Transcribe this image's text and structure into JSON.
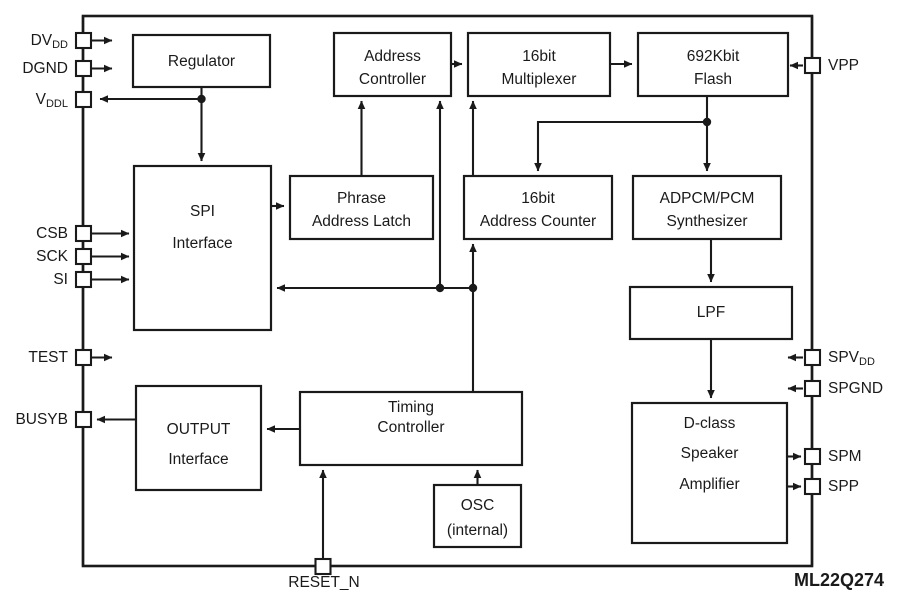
{
  "figure": {
    "kind": "block-diagram",
    "part_number": "ML22Q274",
    "bottom_pin_label": "RESET_N"
  },
  "blocks": {
    "regulator": {
      "line1": "Regulator",
      "line2": ""
    },
    "address_ctrl": {
      "line1": "Address",
      "line2": "Controller"
    },
    "multiplexer": {
      "line1": "16bit",
      "line2": "Multiplexer"
    },
    "flash": {
      "line1": "692Kbit",
      "line2": "Flash"
    },
    "spi": {
      "line1": "SPI",
      "line2": "Interface"
    },
    "phrase_latch": {
      "line1": "Phrase",
      "line2": "Address Latch"
    },
    "addr_counter": {
      "line1": "16bit",
      "line2": "Address Counter"
    },
    "synth": {
      "line1": "ADPCM/PCM",
      "line2": "Synthesizer"
    },
    "lpf": {
      "line1": "LPF",
      "line2": ""
    },
    "output_if": {
      "line1": "OUTPUT",
      "line2": "Interface"
    },
    "timing_ctrl": {
      "line1": "Timing",
      "line2": "Controller"
    },
    "osc": {
      "line1": "OSC",
      "line2": "(internal)"
    },
    "amplifier": {
      "line1": "D-class",
      "line2": "Speaker",
      "line3": "Amplifier"
    }
  },
  "pins_left": [
    {
      "base": "DV",
      "sub": "DD",
      "direction": "in"
    },
    {
      "base": "DGND",
      "sub": "",
      "direction": "in"
    },
    {
      "base": "V",
      "sub": "DDL",
      "direction": "out"
    },
    {
      "base": "CSB",
      "sub": "",
      "direction": "in"
    },
    {
      "base": "SCK",
      "sub": "",
      "direction": "in"
    },
    {
      "base": "SI",
      "sub": "",
      "direction": "in"
    },
    {
      "base": "TEST",
      "sub": "",
      "direction": "in"
    },
    {
      "base": "BUSYB",
      "sub": "",
      "direction": "out"
    }
  ],
  "pins_right": [
    {
      "base": "VPP",
      "sub": "",
      "direction": "in"
    },
    {
      "base": "SPV",
      "sub": "DD",
      "direction": "in"
    },
    {
      "base": "SPGND",
      "sub": "",
      "direction": "in"
    },
    {
      "base": "SPM",
      "sub": "",
      "direction": "out"
    },
    {
      "base": "SPP",
      "sub": "",
      "direction": "out"
    }
  ],
  "colors": {
    "ink": "#1a1a1a",
    "background": "#ffffff"
  }
}
